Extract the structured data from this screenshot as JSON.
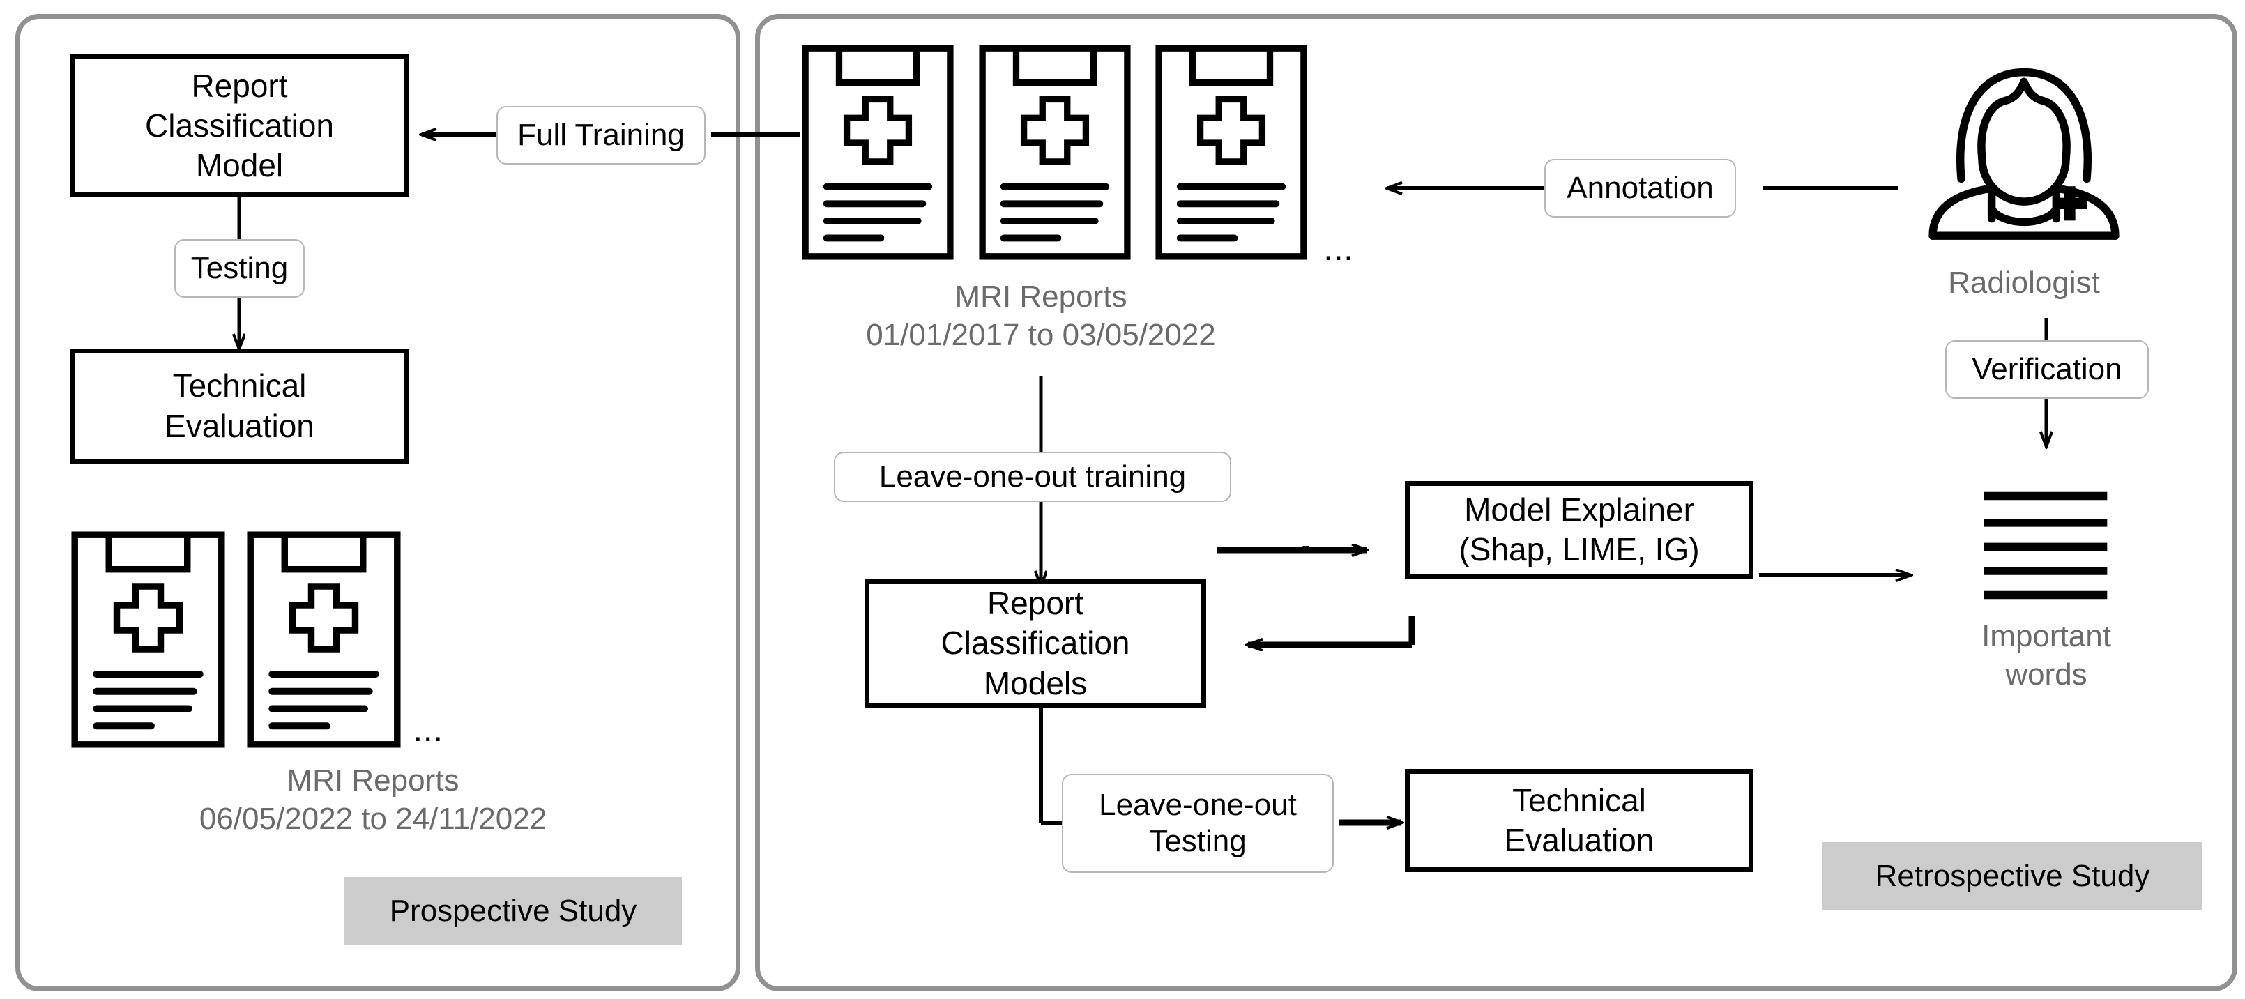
{
  "diagram": {
    "title": "Prospective and Retrospective Study Workflow",
    "colors": {
      "panel_border": "#919191",
      "box_border": "#000000",
      "pill_border": "#b6b6b6",
      "badge_background": "#cccccc",
      "caption_text": "#6b6b6b",
      "arrow": "#000000",
      "background": "#ffffff"
    }
  },
  "prospective_panel": {
    "badge": "Prospective Study",
    "boxes": {
      "report_classification_model": "Report\nClassification\nModel",
      "report_classification_model_lines": [
        "Report",
        "Classification",
        "Model"
      ],
      "technical_evaluation_lines": [
        "Technical",
        "Evaluation"
      ]
    },
    "pills": {
      "testing": "Testing"
    },
    "reports": {
      "icon": "clipboard-medical-icon",
      "count_shown": 2,
      "ellipsis": "...",
      "caption_line1": "MRI Reports",
      "caption_line2": "06/05/2022 to 24/11/2022"
    }
  },
  "retrospective_panel": {
    "badge": "Retrospective Study",
    "reports": {
      "icon": "clipboard-medical-icon",
      "count_shown": 3,
      "ellipsis": "...",
      "caption_line1": "MRI Reports",
      "caption_line2": "01/01/2017 to 03/05/2022"
    },
    "boxes": {
      "report_classification_models_lines": [
        "Report",
        "Classification",
        "Models"
      ],
      "model_explainer_lines": [
        "Model Explainer",
        "(Shap, LIME, IG)"
      ],
      "technical_evaluation_lines": [
        "Technical",
        "Evaluation"
      ]
    },
    "pills": {
      "full_training": "Full Training",
      "annotation": "Annotation",
      "verification": "Verification",
      "leave_one_out_training": "Leave-one-out training",
      "leave_one_out_testing_lines": [
        "Leave-one-out",
        "Testing"
      ]
    },
    "radiologist": {
      "icon": "radiologist-person-icon",
      "caption": "Radiologist"
    },
    "important_words": {
      "icon": "text-lines-icon",
      "line_count": 5,
      "caption_line1": "Important",
      "caption_line2": "words"
    }
  }
}
